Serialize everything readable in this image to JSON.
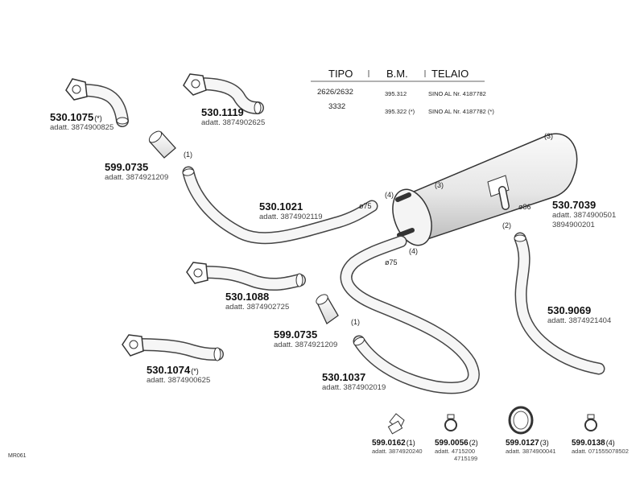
{
  "table": {
    "headers": [
      "TIPO",
      "B.M.",
      "TELAIO"
    ],
    "rows": [
      {
        "tipo": "2626/2632",
        "bm": "395.312",
        "telaio": "SINO AL Nr. 4187782"
      },
      {
        "tipo": "3332",
        "bm": "395.322 (*)",
        "telaio": "SINO AL Nr. 4187782 (*)"
      }
    ]
  },
  "parts": [
    {
      "id": "p1075",
      "number": "530.1075",
      "suffix": "(*)",
      "adatt": "adatt. 3874900825"
    },
    {
      "id": "p1119",
      "number": "530.1119",
      "suffix": "",
      "adatt": "adatt. 3874902625"
    },
    {
      "id": "p0735a",
      "number": "599.0735",
      "suffix": "",
      "adatt": "adatt. 3874921209"
    },
    {
      "id": "p1021",
      "number": "530.1021",
      "suffix": "",
      "adatt": "adatt. 3874902119"
    },
    {
      "id": "p7039",
      "number": "530.7039",
      "suffix": "",
      "adatt": "adatt. 3874900501",
      "adatt2": "3894900201"
    },
    {
      "id": "p1088",
      "number": "530.1088",
      "suffix": "",
      "adatt": "adatt. 3874902725"
    },
    {
      "id": "p0735b",
      "number": "599.0735",
      "suffix": "",
      "adatt": "adatt. 3874921209"
    },
    {
      "id": "p9069",
      "number": "530.9069",
      "suffix": "",
      "adatt": "adatt. 3874921404"
    },
    {
      "id": "p1074",
      "number": "530.1074",
      "suffix": "(*)",
      "adatt": "adatt. 3874900625"
    },
    {
      "id": "p1037",
      "number": "530.1037",
      "suffix": "",
      "adatt": "adatt. 3874902019"
    }
  ],
  "clamps": [
    {
      "number": "599.0162",
      "suffix": "(1)",
      "adatt": "adatt. 3874920240",
      "adatt2": ""
    },
    {
      "number": "599.0056",
      "suffix": "(2)",
      "adatt": "adatt. 4715200",
      "adatt2": "4715199"
    },
    {
      "number": "599.0127",
      "suffix": "(3)",
      "adatt": "adatt. 3874900041",
      "adatt2": ""
    },
    {
      "number": "599.0138",
      "suffix": "(4)",
      "adatt": "adatt. 071555078502",
      "adatt2": ""
    }
  ],
  "callouts": {
    "c1a": "(1)",
    "c1b": "(1)",
    "c2": "(2)",
    "c3a": "(3)",
    "c3b": "(3)",
    "c4a": "(4)",
    "c4b": "(4)"
  },
  "dims": {
    "d75a": "ø75",
    "d75b": "ø75",
    "d86": "ø86"
  },
  "diagram_code": "MR061"
}
